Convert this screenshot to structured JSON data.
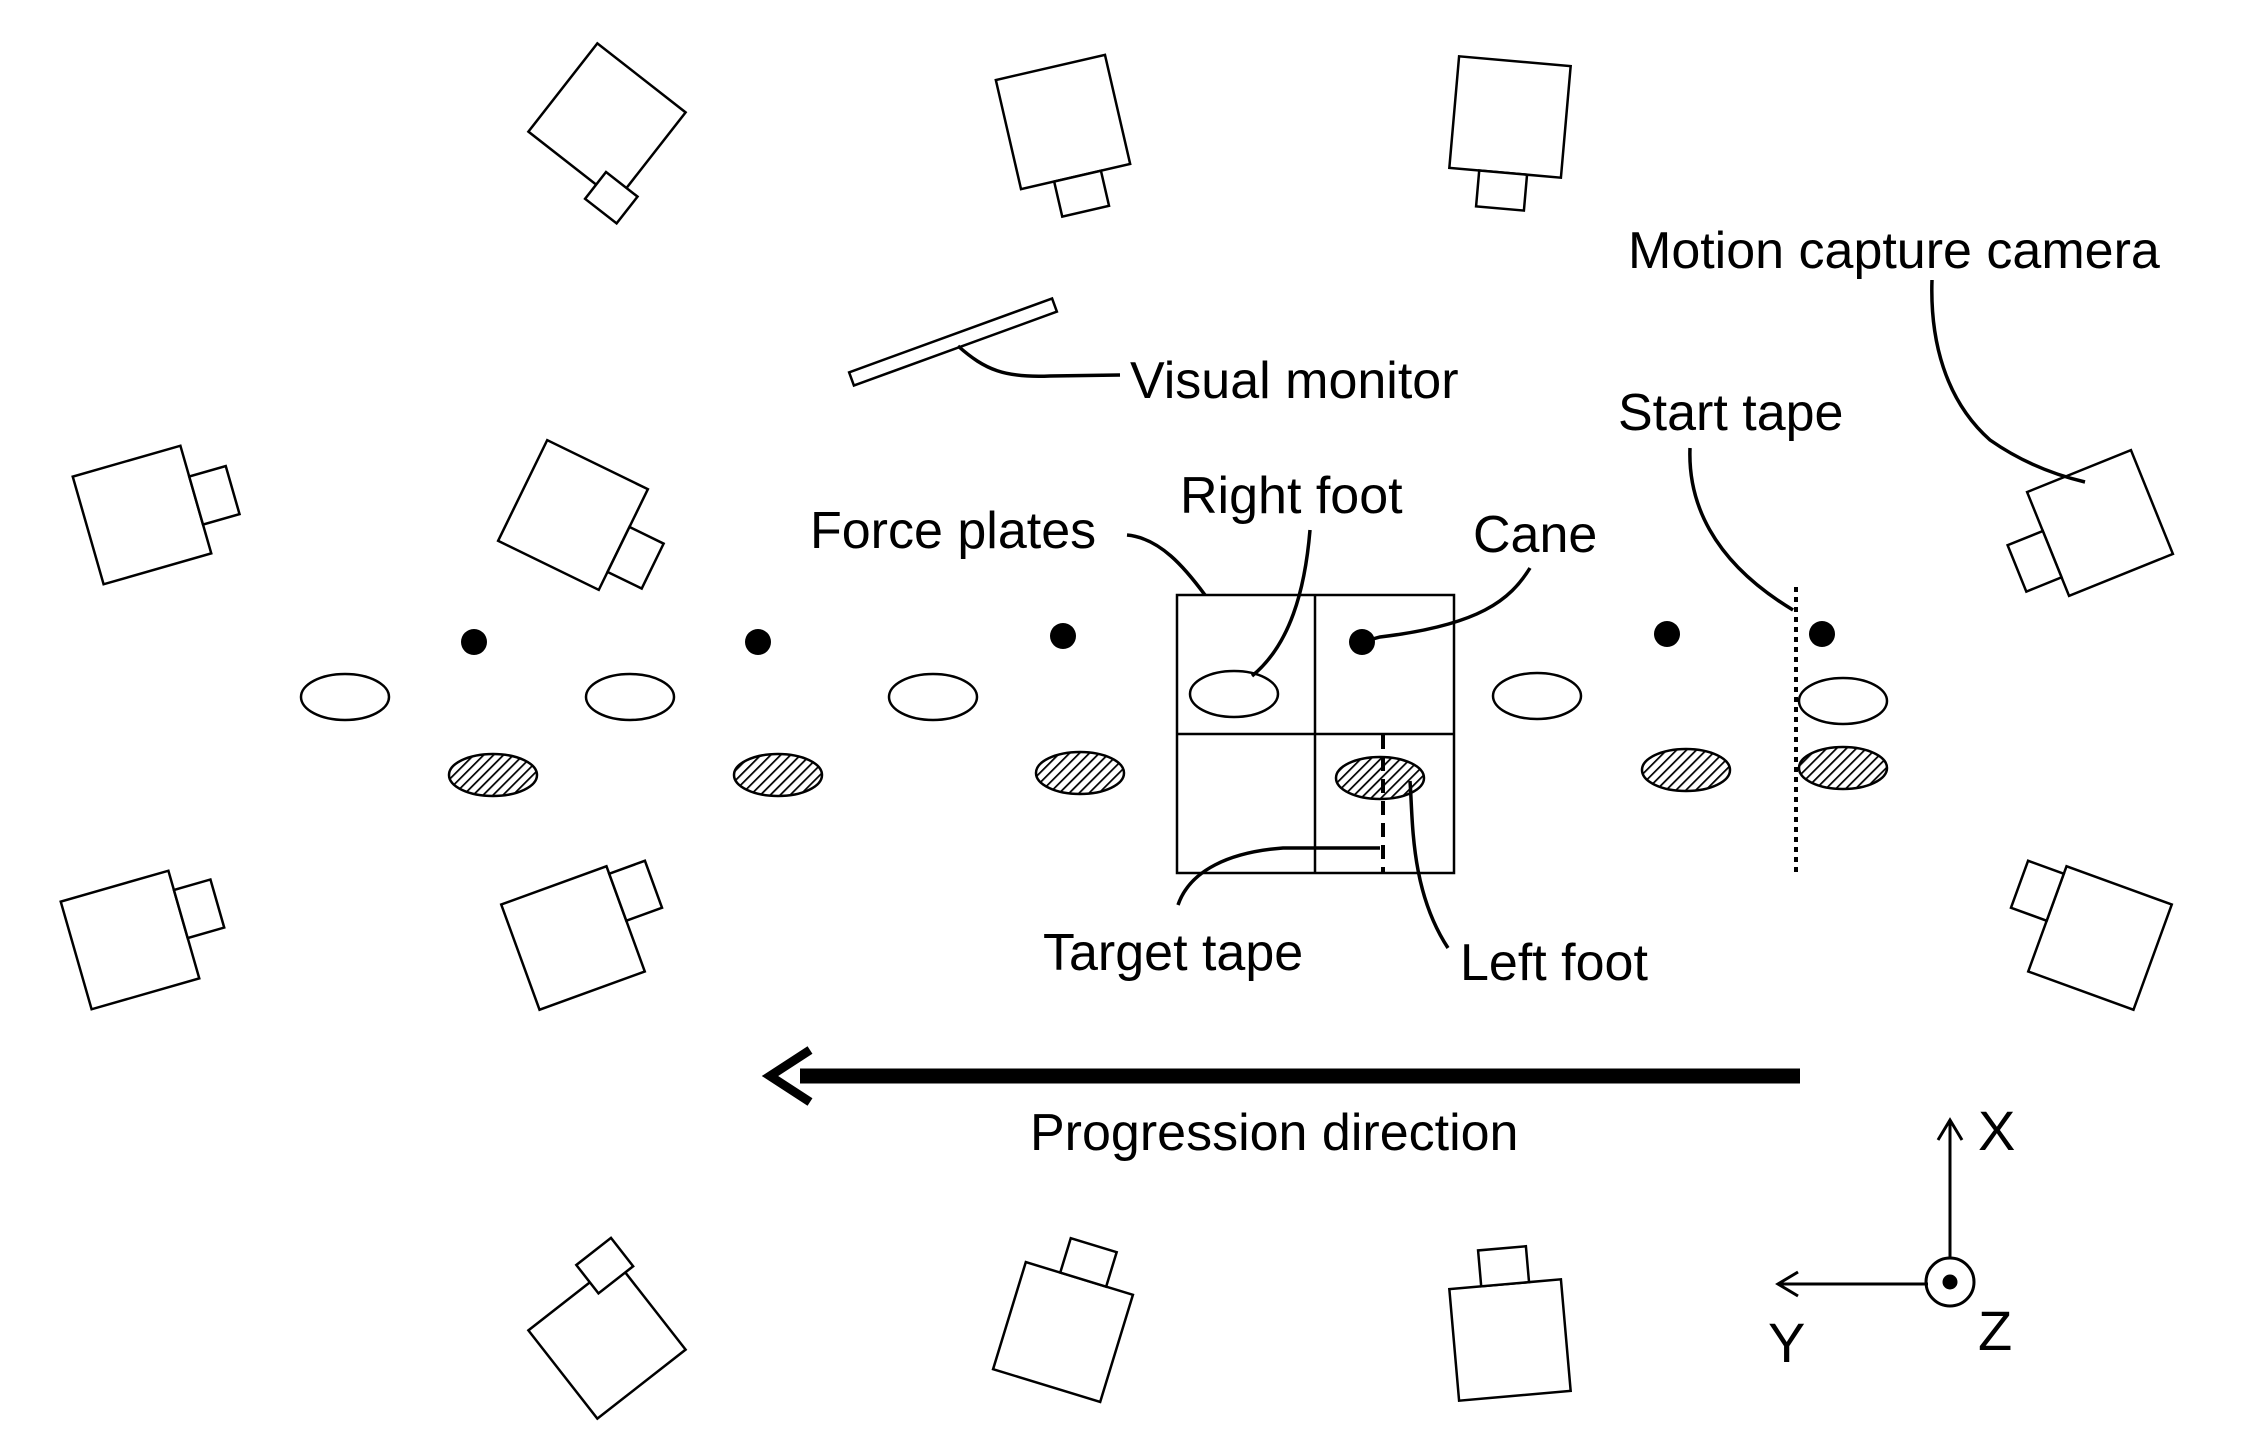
{
  "labels": {
    "motion_capture_camera": "Motion capture camera",
    "visual_monitor": "Visual monitor",
    "start_tape": "Start tape",
    "force_plates": "Force plates",
    "right_foot": "Right foot",
    "cane": "Cane",
    "target_tape": "Target tape",
    "left_foot": "Left foot",
    "progression_direction": "Progression direction"
  },
  "axes": {
    "x": "X",
    "y": "Y",
    "z": "Z"
  },
  "colors": {
    "ink": "#000000",
    "paper": "#ffffff"
  }
}
